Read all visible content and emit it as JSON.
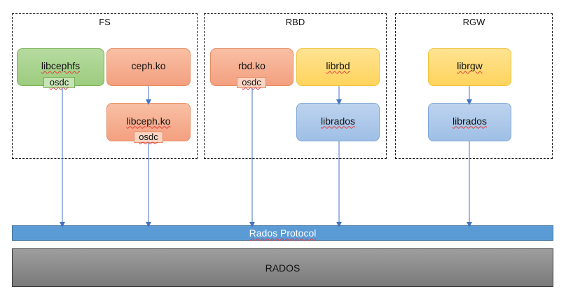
{
  "groups": {
    "fs": "FS",
    "rbd": "RBD",
    "rgw": "RGW"
  },
  "nodes": {
    "libcephfs": "libcephfs",
    "ceph_ko": "ceph.ko",
    "libceph_ko": "libceph.ko",
    "rbd_ko": "rbd.ko",
    "librbd": "librbd",
    "librados_rbd": "librados",
    "librgw": "librgw",
    "librados_rgw": "librados"
  },
  "tags": {
    "libcephfs_osdc": "osdc",
    "libceph_ko_osdc": "osdc",
    "rbd_ko_osdc": "osdc"
  },
  "layers": {
    "protocol": "Rados Protocol",
    "rados": "RADOS"
  },
  "colors": {
    "green": "#9ccc7e",
    "salmon": "#f3a080",
    "yellow": "#ffd45e",
    "blue": "#9fbfe6",
    "protocol_bar": "#5b9bd5",
    "rados_bar": "#7a7a7a",
    "arrow": "#4472c4"
  }
}
